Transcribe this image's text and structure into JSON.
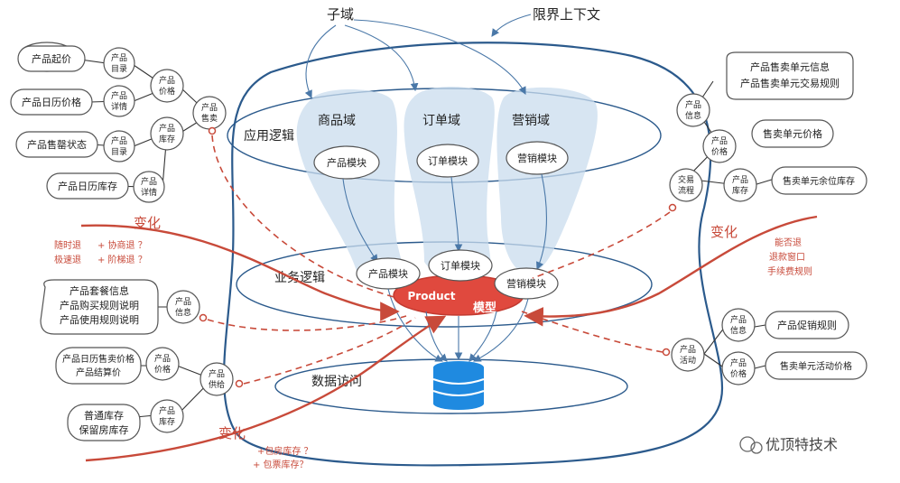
{
  "top": {
    "subdomain": "子域",
    "bounded_context": "限界上下文"
  },
  "layers": {
    "app": "应用逻辑",
    "biz": "业务逻辑",
    "data": "数据访问"
  },
  "domains": {
    "product": {
      "title": "商品域",
      "module": "产品模块"
    },
    "order": {
      "title": "订单域",
      "module": "订单模块"
    },
    "marketing": {
      "title": "营销域",
      "module": "营销模块"
    }
  },
  "biz_modules": {
    "product": "产品模块",
    "order": "订单模块",
    "marketing": "营销模块"
  },
  "core": {
    "en": "Product",
    "cn": "模型"
  },
  "change": {
    "left_top": "变化",
    "right": "变化",
    "bottom": "变化"
  },
  "left_top_cluster": {
    "leaves": [
      "产品起价",
      "产品日历价格",
      "产品售罄状态",
      "产品日历库存"
    ],
    "n_catalog1": [
      "产品",
      "目录"
    ],
    "n_detail1": [
      "产品",
      "详情"
    ],
    "n_price": [
      "产品",
      "价格"
    ],
    "n_sale": [
      "产品",
      "售卖"
    ],
    "n_catalog2": [
      "产品",
      "目录"
    ],
    "n_stock": [
      "产品",
      "库存"
    ],
    "n_detail2": [
      "产品",
      "详情"
    ]
  },
  "left_change_notes": {
    "left": [
      "随时退",
      "极速退"
    ],
    "right": [
      "+ 协商退 ？",
      "+ 阶梯退 ？"
    ]
  },
  "left_mid": {
    "leaf": [
      "产品套餐信息",
      "产品购买规则说明",
      "产品使用规则说明"
    ],
    "node": [
      "产品",
      "信息"
    ]
  },
  "left_bottom": {
    "leaf_price": [
      "产品日历售卖价格",
      "产品结算价"
    ],
    "leaf_stock": [
      "普通库存",
      "保留房库存"
    ],
    "n_price": [
      "产品",
      "价格"
    ],
    "n_stock": [
      "产品",
      "库存"
    ],
    "n_supply": [
      "产品",
      "供给"
    ]
  },
  "bottom_notes": [
    "+包房库存 ？",
    "+ 包票库存？"
  ],
  "right_top": {
    "leaf_info": [
      "产品售卖单元信息",
      "产品售卖单元交易规则"
    ],
    "leaf_price": "售卖单元价格",
    "leaf_stock": "售卖单元余位库存",
    "n_info": [
      "产品",
      "信息"
    ],
    "n_price": [
      "产品",
      "价格"
    ],
    "n_stock": [
      "产品",
      "库存"
    ],
    "n_flow": [
      "交易",
      "流程"
    ]
  },
  "right_notes": [
    "能否退",
    "退款窗口",
    "手续费规则"
  ],
  "right_bottom": {
    "leaf_promo": "产品促销规则",
    "leaf_act_price": "售卖单元活动价格",
    "n_info": [
      "产品",
      "信息"
    ],
    "n_price": [
      "产品",
      "价格"
    ],
    "n_activity": [
      "产品",
      "活动"
    ]
  },
  "watermark": "优顶特技术",
  "colors": {
    "blue_line": "#2b5a8c",
    "domain_fill": "#c9dcee",
    "red": "#c84a3a",
    "core_red": "#e0493e",
    "db_blue": "#1f8ae0"
  }
}
